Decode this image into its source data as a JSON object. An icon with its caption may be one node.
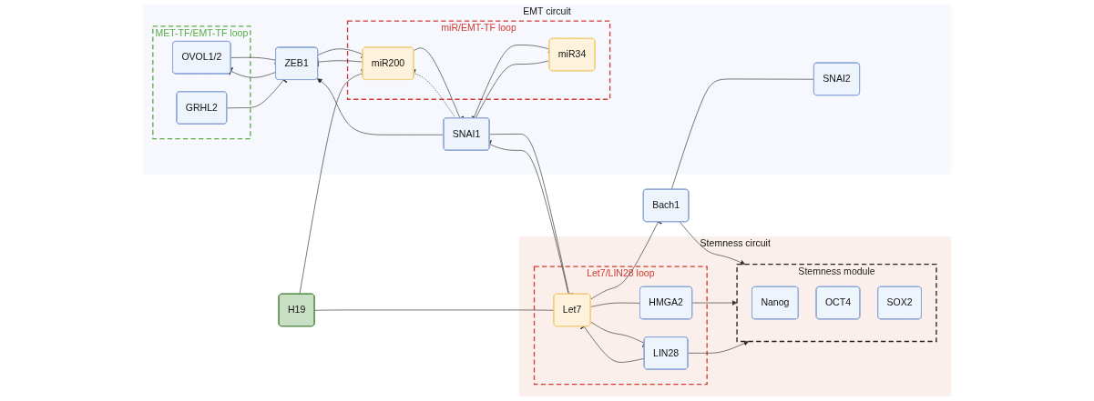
{
  "diagram": {
    "nodes": [
      {
        "text": [
          "EMT circuit"
        ]
      },
      {
        "text": [
          "MET-TF/EMT-TF loop"
        ],
        "in": 0
      },
      {
        "text": [
          "miR/EMT-TF loop"
        ],
        "in": 0
      },
      {
        "text": [
          "OVOL1/2"
        ],
        "in": 1
      },
      {
        "text": [
          "GRHL2"
        ],
        "in": 1
      },
      {
        "text": [
          "ZEB1"
        ],
        "in": 0
      },
      {
        "text": [
          "SNAI1"
        ],
        "in": 0
      },
      {
        "text": [
          "miR200"
        ],
        "in": 2
      },
      {
        "text": [
          "miR34"
        ],
        "in": 2
      },
      {
        "text": [
          "SNAI2"
        ],
        "in": 0
      },
      {
        "text": [
          "H19"
        ]
      },
      {
        "text": [
          "Bach1"
        ]
      },
      {
        "text": [
          "Stemness circuit"
        ]
      },
      {
        "text": [
          "Let7/LIN28 loop"
        ],
        "in": 12
      },
      {
        "text": [
          "LIN28"
        ],
        "in": 13
      },
      {
        "text": [
          "Let7"
        ],
        "in": 13
      },
      {
        "text": [
          "HMGA2"
        ],
        "in": 13
      },
      {
        "text": [
          "Stemness module"
        ],
        "in": 12
      },
      {
        "text": [
          "Nanog"
        ],
        "in": 17
      },
      {
        "text": [
          "OCT4"
        ],
        "in": 17
      },
      {
        "text": [
          "SOX2"
        ],
        "in": 17
      }
    ],
    "edges": [
      {
        "from": 5,
        "to": 3,
        "arrow": "other"
      },
      {
        "from": 3,
        "to": 5,
        "arrow": "other"
      },
      {
        "from": 4,
        "to": 5,
        "arrow": "other"
      },
      {
        "from": 6,
        "to": 5,
        "arrow": "to"
      },
      {
        "from": 7,
        "to": 5,
        "arrow": "other"
      },
      {
        "from": 5,
        "to": 7,
        "arrow": "other"
      },
      {
        "from": 6,
        "to": 7,
        "arrow": "other",
        "style": "dashed"
      },
      {
        "from": 7,
        "to": 6,
        "arrow": "other"
      },
      {
        "from": 8,
        "to": 6,
        "arrow": "other"
      },
      {
        "from": 6,
        "to": 8,
        "arrow": "other"
      },
      {
        "from": 10,
        "to": 7,
        "arrow": "other"
      },
      {
        "from": 10,
        "to": 15,
        "arrow": "other"
      },
      {
        "from": 15,
        "to": 11,
        "arrow": "other"
      },
      {
        "from": 15,
        "to": 16,
        "arrow": "other"
      },
      {
        "from": 15,
        "to": 14,
        "arrow": "other"
      },
      {
        "from": 14,
        "to": 15,
        "arrow": "other"
      },
      {
        "from": 14,
        "to": 17,
        "arrow": "to"
      },
      {
        "from": 16,
        "to": 17,
        "arrow": "to"
      },
      {
        "from": 11,
        "to": 17,
        "arrow": "to"
      },
      {
        "from": 11,
        "to": 9,
        "arrow": "other"
      },
      {
        "from": 15,
        "to": 6,
        "arrow": "other"
      },
      {
        "from": 6,
        "to": 15,
        "arrow": "other"
      }
    ]
  }
}
